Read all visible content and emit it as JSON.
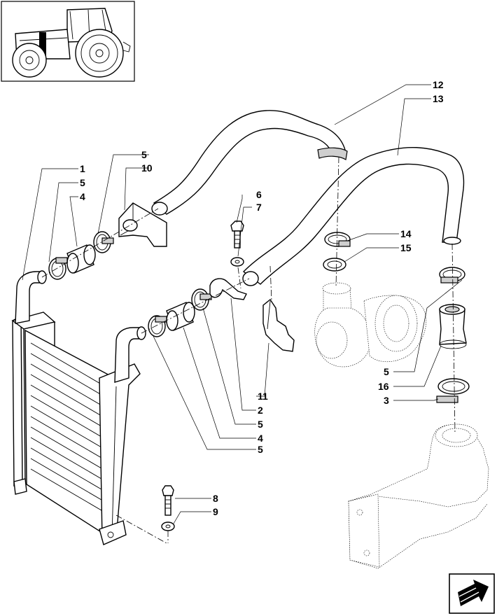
{
  "callouts": {
    "c1": "1",
    "c5a": "5",
    "c4a": "4",
    "c5b": "5",
    "c10": "10",
    "c6": "6",
    "c7": "7",
    "c12": "12",
    "c13": "13",
    "c14": "14",
    "c15": "15",
    "c11": "11",
    "c2": "2",
    "c5c": "5",
    "c4b": "4",
    "c5d": "5",
    "c5e": "5",
    "c16": "16",
    "c3": "3",
    "c8": "8",
    "c9": "9"
  },
  "icons": {
    "thumbnail": "tractor-thumbnail-icon",
    "navigation": "next-page-arrow-icon"
  },
  "colors": {
    "line": "#000000",
    "background": "#ffffff",
    "highlight": "#000000"
  }
}
